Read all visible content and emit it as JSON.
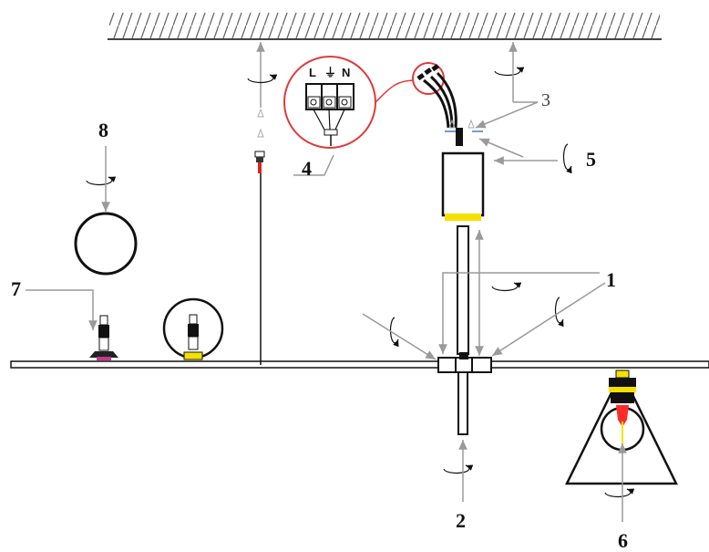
{
  "callouts": {
    "c1": "1",
    "c2": "2",
    "c3": "3",
    "c4": "4",
    "c5": "5",
    "c6": "6",
    "c7": "7",
    "c8": "8"
  },
  "terminal_block": {
    "live": "L",
    "earth": "⏚",
    "neutral": "N"
  },
  "colors": {
    "arrow": "#9a9a9a",
    "outline": "#111111",
    "detail_circle": "#e03a3a",
    "accent_yellow": "#f5e100",
    "accent_pink": "#c23a8a",
    "bulb_red": "#ff2a2a"
  },
  "icons": {
    "rotation": "rotate-arrow-icon",
    "terminal": "terminal-block-icon",
    "bulb": "bulb-icon"
  }
}
